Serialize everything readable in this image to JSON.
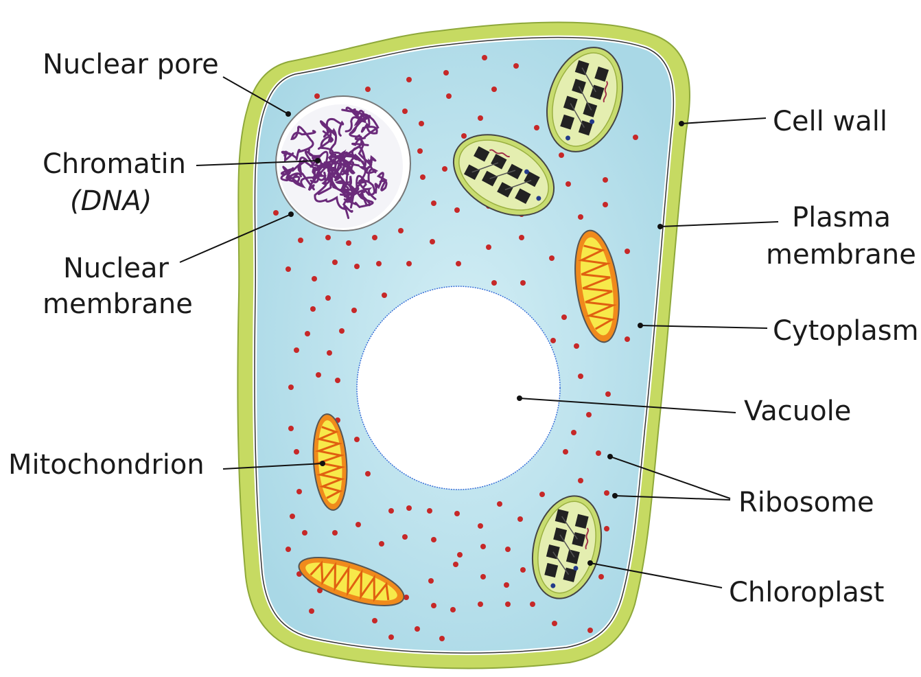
{
  "labels": {
    "nuclear_pore": "Nuclear pore",
    "chromatin": "Chromatin",
    "chromatin_sub": "(DNA)",
    "nuclear_membrane_1": "Nuclear",
    "nuclear_membrane_2": "membrane",
    "mitochondrion": "Mitochondrion",
    "cell_wall": "Cell wall",
    "plasma_membrane_1": "Plasma",
    "plasma_membrane_2": "membrane",
    "cytoplasm": "Cytoplasm",
    "vacuole": "Vacuole",
    "ribosome": "Ribosome",
    "chloroplast": "Chloroplast"
  },
  "colors": {
    "cell_wall": "#c8dc64",
    "cytoplasm": "#bfe3ee",
    "vacuole": "#ffffff",
    "vacuole_edge": "#3a6fd8",
    "ribosome": "#c62828",
    "chromatin": "#6a2a7a",
    "mito_outer": "#f08a1c",
    "mito_inner": "#f7e94a",
    "chloro_outer": "#b8d060",
    "chloro_inner": "#e4eeb0",
    "thylakoid": "#222222"
  }
}
